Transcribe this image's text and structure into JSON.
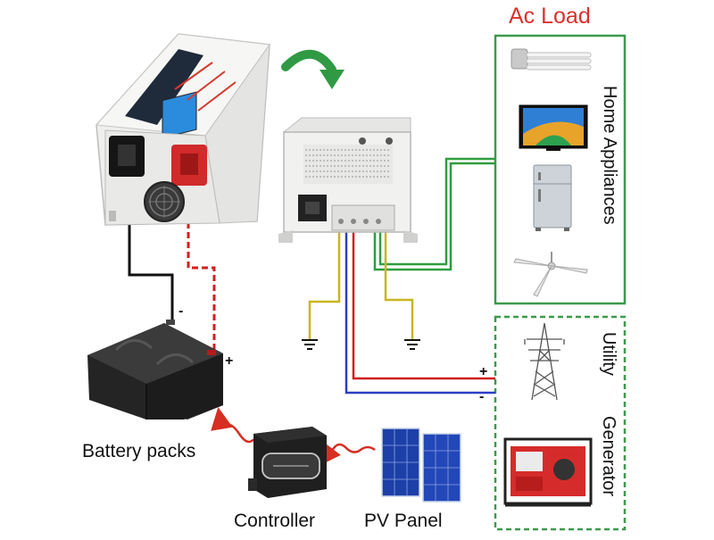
{
  "labels": {
    "ac_load": "Ac Load",
    "home_appliances": "Home Appliances",
    "utility": "Utility",
    "generator": "Generator",
    "battery_packs": "Battery packs",
    "controller": "Controller",
    "pv_panel": "PV Panel"
  },
  "terminals": {
    "battery_negative": "-",
    "battery_positive": "+",
    "utility_positive": "+",
    "utility_negative": "-"
  },
  "colors": {
    "title_red": "#d8322b",
    "wire_green": "#2e9e3f",
    "wire_red": "#d11f1f",
    "wire_blue": "#2a3fc4",
    "wire_yellow": "#c8b622",
    "wire_black": "#111111",
    "arrow_green": "#2f9a43",
    "arrow_red": "#d62e22",
    "box_green": "#3c9a4a"
  },
  "icons": {
    "inverter": "inverter-charger-icon",
    "inverter_rear": "inverter-rear-panel-icon",
    "bulb": "cfl-bulb-icon",
    "tv": "television-icon",
    "fridge": "refrigerator-icon",
    "fan": "ceiling-fan-icon",
    "tower": "transmission-tower-icon",
    "generator": "generator-icon",
    "battery": "battery-icon",
    "controller": "charge-controller-icon",
    "pv": "solar-panel-icon"
  }
}
